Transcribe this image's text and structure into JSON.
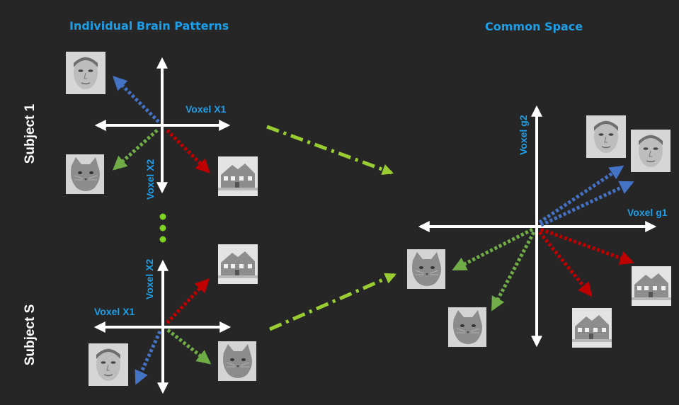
{
  "headings": {
    "individual": "Individual Brain Patterns",
    "common": "Common Space"
  },
  "subjects": {
    "first": "Subject 1",
    "last": "Subject  S"
  },
  "axes": {
    "s1_x": "Voxel X1",
    "s1_y": "Voxel X2",
    "ss_x": "Voxel X1",
    "ss_y": "Voxel X2",
    "common_x": "Voxel g1",
    "common_y": "Voxel g2"
  },
  "stimuli": [
    "face",
    "cat",
    "house"
  ],
  "colors": {
    "background": "#262626",
    "heading": "#1f9ee8",
    "face_arrow": "#4472c4",
    "cat_arrow": "#70ad47",
    "house_arrow": "#c00000",
    "mapping_arrow": "#9acd32",
    "axis": "#ffffff"
  }
}
